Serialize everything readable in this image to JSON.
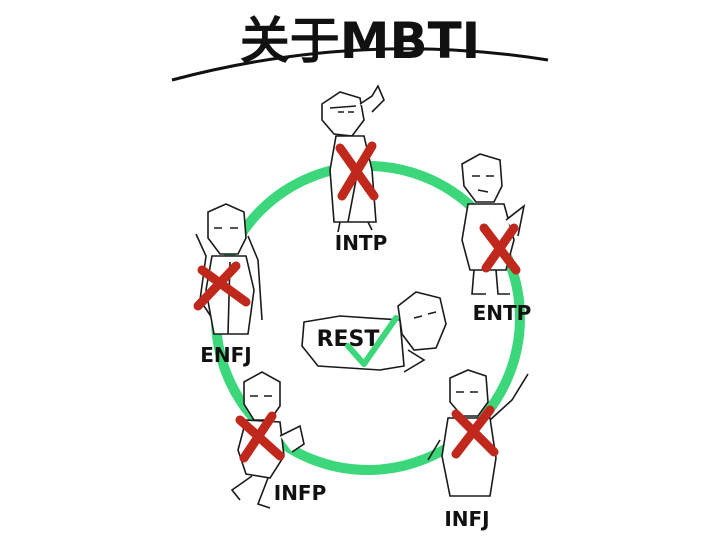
{
  "title": "关于MBTI",
  "colors": {
    "ring": "#3cd77a",
    "cross": "#c0281c",
    "check": "#3cd77a",
    "ink": "#1a1a1a"
  },
  "figures": [
    {
      "id": "intp",
      "label": "INTP",
      "status": "rejected"
    },
    {
      "id": "entp",
      "label": "ENTP",
      "status": "rejected"
    },
    {
      "id": "enfj",
      "label": "ENFJ",
      "status": "rejected"
    },
    {
      "id": "infp",
      "label": "INFP",
      "status": "rejected"
    },
    {
      "id": "infj",
      "label": "INFJ",
      "status": "rejected"
    }
  ],
  "center": {
    "label": "REST",
    "status": "accepted"
  }
}
